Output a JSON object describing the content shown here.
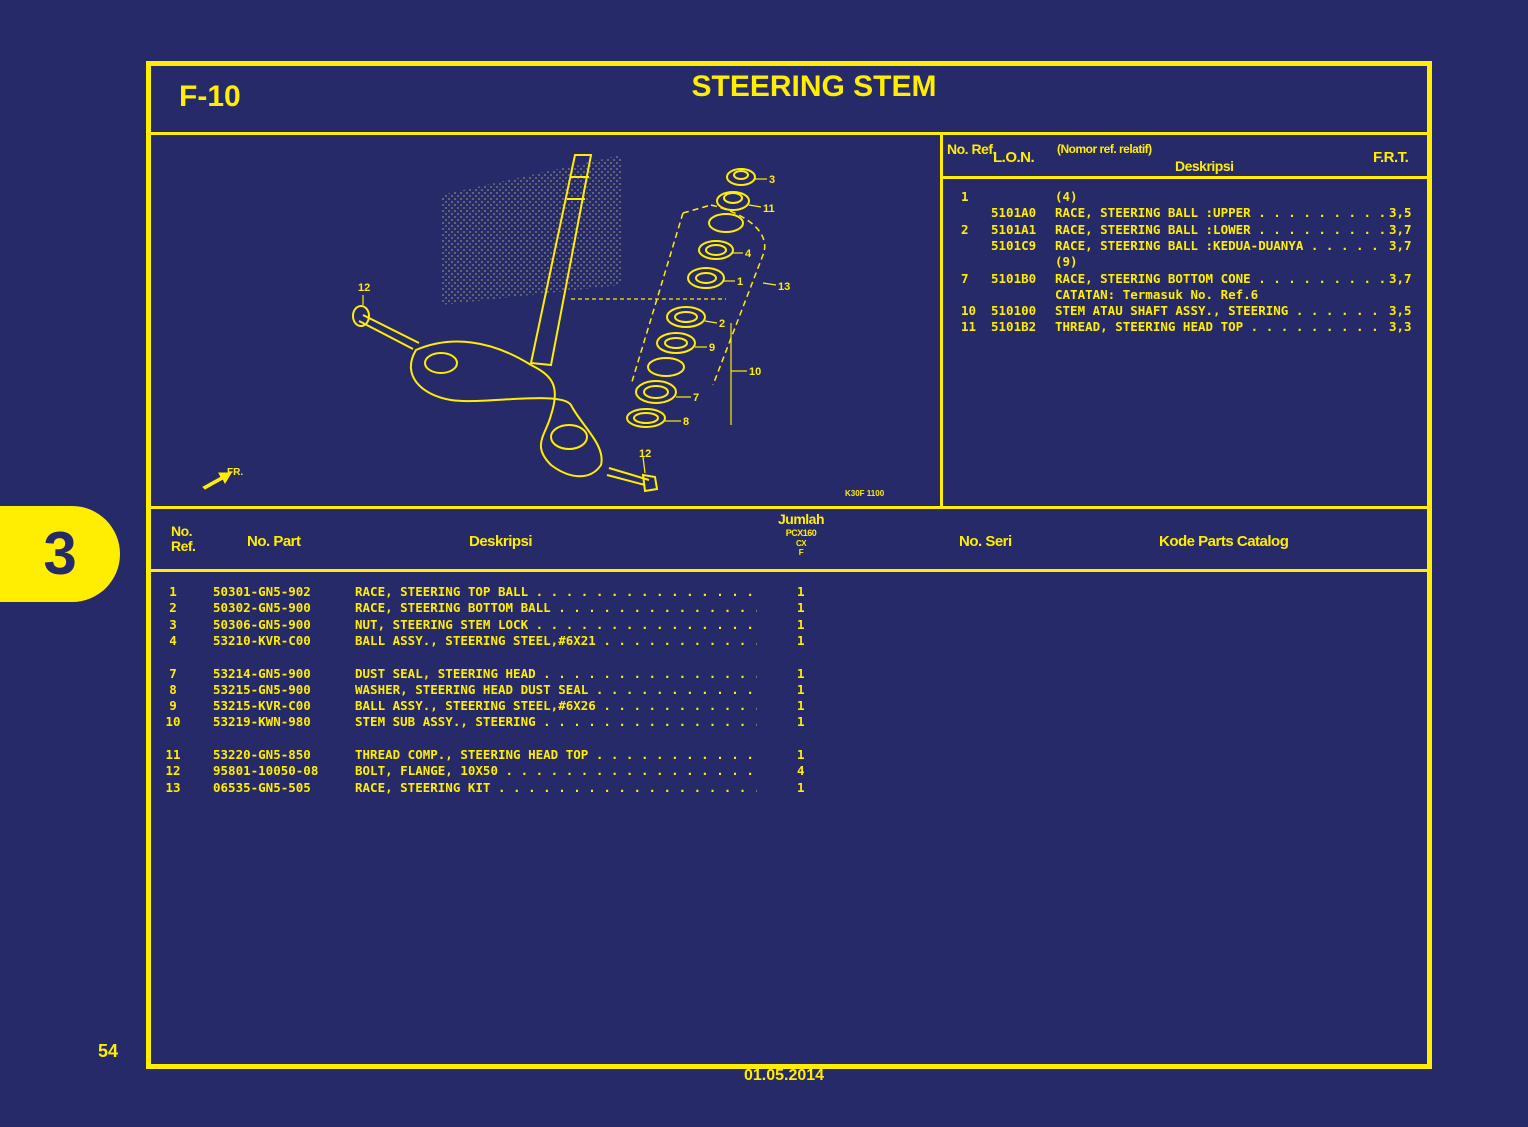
{
  "header": {
    "code": "F-10",
    "title": "STEERING STEM"
  },
  "tab_number": "3",
  "page_number": "54",
  "footer_date": "01.05.2014",
  "diagram": {
    "callouts": [
      "3",
      "11",
      "4",
      "1",
      "13",
      "12",
      "2",
      "9",
      "10",
      "7",
      "8",
      "12"
    ],
    "front_label": "FR.",
    "figure_code": "K30F 1100"
  },
  "lon_table": {
    "headers": {
      "no_ref": "No. Ref.",
      "lon": "L.O.N.",
      "relative": "(Nomor ref. relatif)",
      "desc": "Deskripsi",
      "frt": "F.R.T."
    },
    "rows": [
      {
        "ref": "1",
        "lon": "",
        "desc": "(4)",
        "frt": ""
      },
      {
        "ref": "",
        "lon": "5101A0",
        "desc": "RACE, STEERING BALL :UPPER",
        "frt": "3,5"
      },
      {
        "ref": "2",
        "lon": "5101A1",
        "desc": "RACE, STEERING BALL :LOWER",
        "frt": "3,7"
      },
      {
        "ref": "",
        "lon": "5101C9",
        "desc": "RACE, STEERING BALL :KEDUA-DUANYA",
        "frt": "3,7"
      },
      {
        "ref": "",
        "lon": "",
        "desc": "(9)",
        "frt": ""
      },
      {
        "ref": "7",
        "lon": "5101B0",
        "desc": "RACE, STEERING BOTTOM CONE",
        "frt": "3,7"
      },
      {
        "ref": "",
        "lon": "",
        "desc": "CATATAN: Termasuk No. Ref.6",
        "frt": ""
      },
      {
        "ref": "10",
        "lon": "510100",
        "desc": "STEM ATAU SHAFT ASSY., STEERING",
        "frt": "3,5"
      },
      {
        "ref": "11",
        "lon": "5101B2",
        "desc": "THREAD, STEERING HEAD TOP",
        "frt": "3,3"
      }
    ]
  },
  "parts_table": {
    "headers": {
      "no_ref": "No. Ref.",
      "part": "No. Part",
      "desc": "Deskripsi",
      "qty_title": "Jumlah",
      "qty_model": "PCX160",
      "qty_sub1": "CX",
      "qty_sub2": "F",
      "serial": "No. Seri",
      "catalog": "Kode Parts Catalog"
    },
    "rows": [
      {
        "ref": "1",
        "part": "50301-GN5-902",
        "desc": "RACE, STEERING TOP BALL",
        "qty": "1"
      },
      {
        "ref": "2",
        "part": "50302-GN5-900",
        "desc": "RACE, STEERING BOTTOM BALL",
        "qty": "1"
      },
      {
        "ref": "3",
        "part": "50306-GN5-900",
        "desc": "NUT, STEERING STEM LOCK",
        "qty": "1"
      },
      {
        "ref": "4",
        "part": "53210-KVR-C00",
        "desc": "BALL ASSY., STEERING STEEL,#6X21",
        "qty": "1"
      },
      {
        "ref": "7",
        "part": "53214-GN5-900",
        "desc": "DUST SEAL, STEERING HEAD",
        "qty": "1"
      },
      {
        "ref": "8",
        "part": "53215-GN5-900",
        "desc": "WASHER, STEERING HEAD DUST SEAL",
        "qty": "1"
      },
      {
        "ref": "9",
        "part": "53215-KVR-C00",
        "desc": "BALL ASSY., STEERING STEEL,#6X26",
        "qty": "1"
      },
      {
        "ref": "10",
        "part": "53219-KWN-980",
        "desc": "STEM SUB ASSY., STEERING",
        "qty": "1"
      },
      {
        "ref": "11",
        "part": "53220-GN5-850",
        "desc": "THREAD COMP., STEERING HEAD  TOP",
        "qty": "1"
      },
      {
        "ref": "12",
        "part": "95801-10050-08",
        "desc": "BOLT, FLANGE, 10X50",
        "qty": "4"
      },
      {
        "ref": "13",
        "part": "06535-GN5-505",
        "desc": "RACE, STEERING KIT",
        "qty": "1"
      }
    ]
  },
  "colors": {
    "background": "#272a68",
    "accent": "#ffee00"
  }
}
